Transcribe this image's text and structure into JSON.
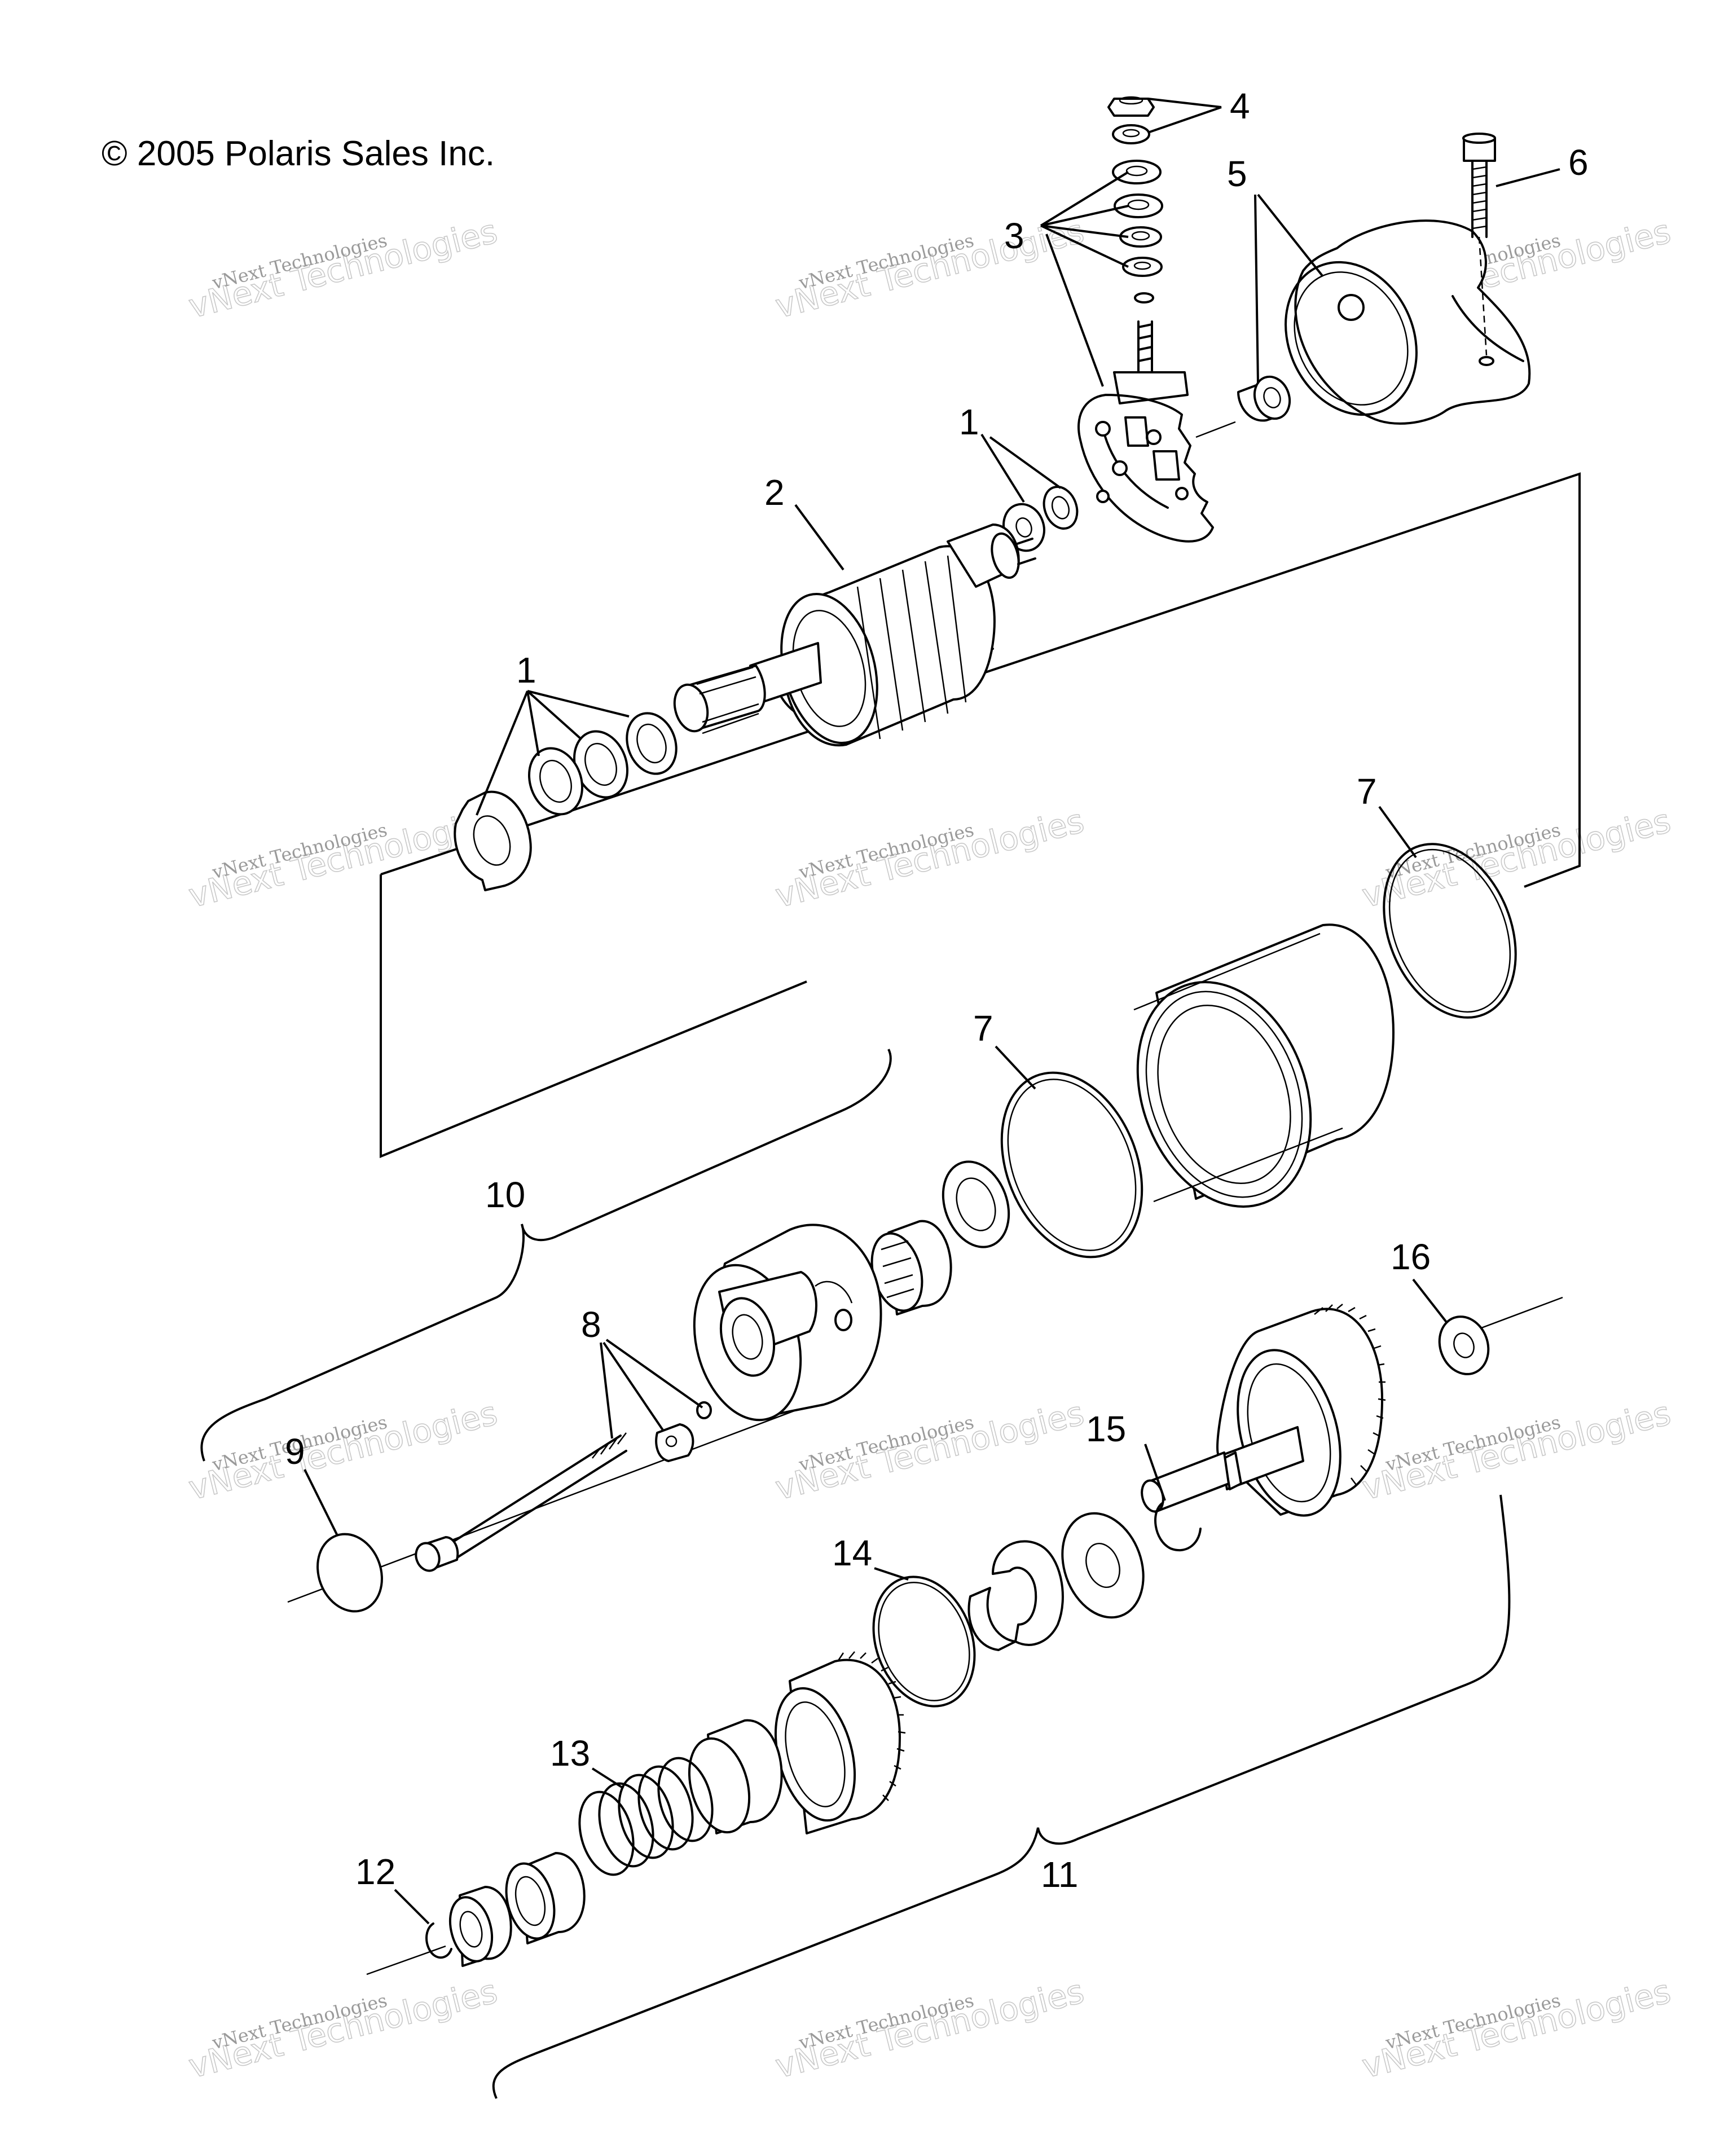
{
  "copyright": "© 2005 Polaris Sales Inc.",
  "callouts": [
    "1",
    "1",
    "2",
    "3",
    "4",
    "5",
    "6",
    "7",
    "7",
    "8",
    "9",
    "10",
    "11",
    "12",
    "13",
    "14",
    "15",
    "16"
  ],
  "watermark": {
    "line1": "vNext Technologies",
    "line2": "vNext Technologies"
  }
}
